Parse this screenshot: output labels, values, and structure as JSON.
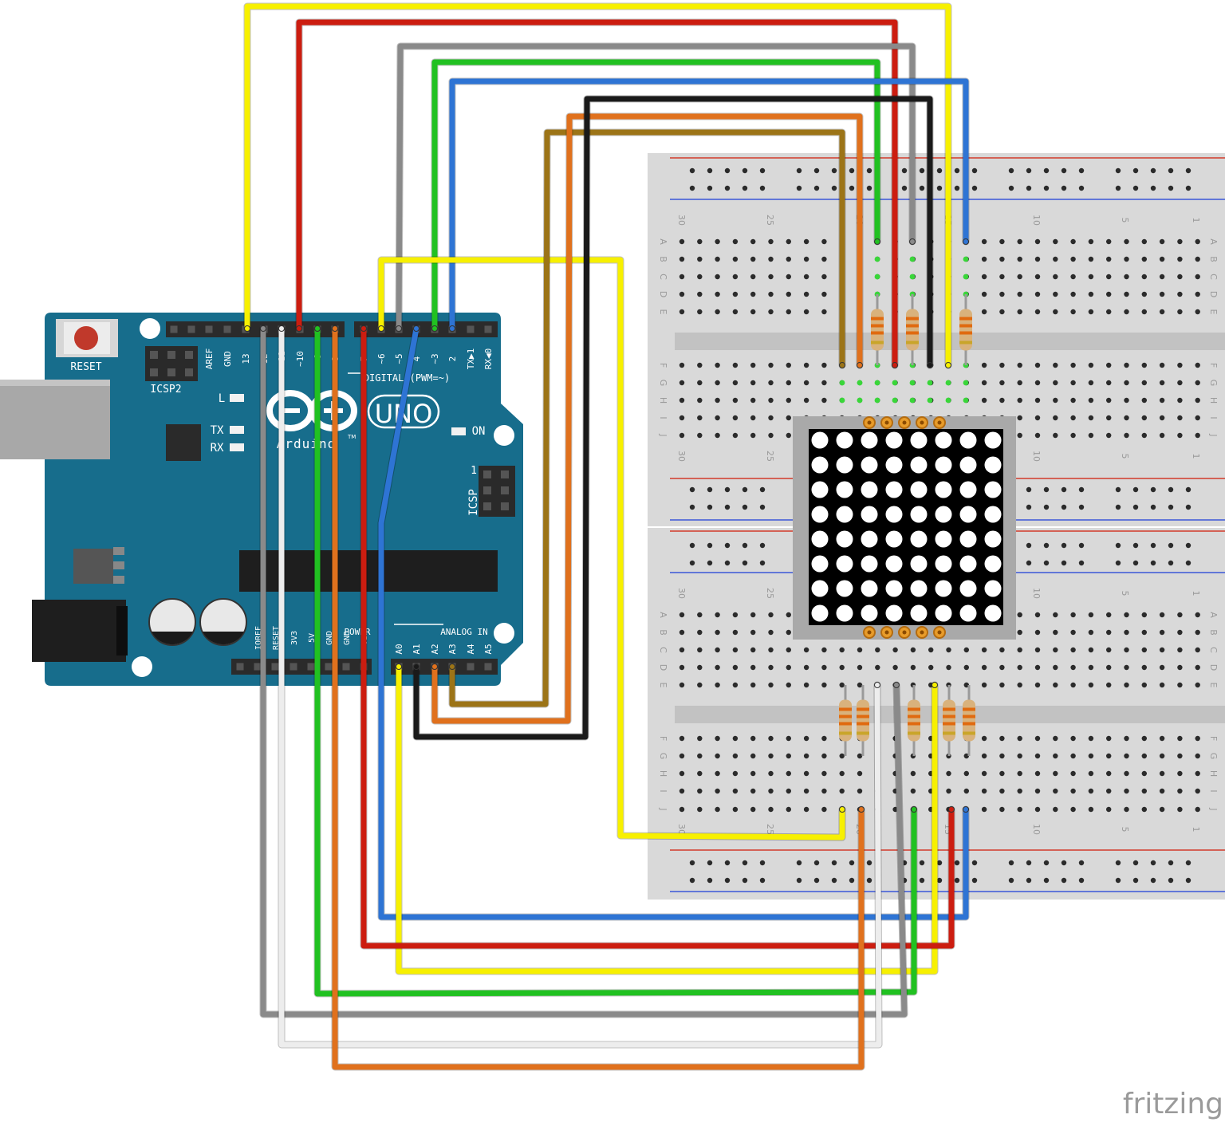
{
  "board": {
    "reset_label": "RESET",
    "icsp2_label": "ICSP2",
    "icsp_label": "ICSP",
    "icsp_pin1": "1",
    "led_l": "L",
    "led_tx": "TX",
    "led_rx": "RX",
    "on_label": "ON",
    "brand": "Arduino",
    "tm": "TM",
    "model": "UNO",
    "digital_label": "DIGITAL (PWM=~)",
    "power_label": "POWER",
    "analog_label": "ANALOG IN",
    "digital_pins": [
      "AREF",
      "GND",
      "13",
      "12",
      "~11",
      "~10",
      "~9",
      "8",
      "7",
      "~6",
      "~5",
      "4",
      "~3",
      "2",
      "TX▶1",
      "RX◀0"
    ],
    "power_pins": [
      "IOREF",
      "RESET",
      "3V3",
      "5V",
      "GND",
      "GND",
      "VIN"
    ],
    "analog_pins": [
      "A0",
      "A1",
      "A2",
      "A3",
      "A4",
      "A5"
    ]
  },
  "breadboard": {
    "row_letters_top": [
      "A",
      "B",
      "C",
      "D",
      "E"
    ],
    "row_letters_bottom": [
      "F",
      "G",
      "H",
      "I",
      "J"
    ],
    "column_numbers": [
      "30",
      "25",
      "20",
      "15",
      "10",
      "5",
      "1"
    ]
  },
  "watermark": "fritzing",
  "colors": {
    "board": "#176d8c",
    "yellow": "#f7f000",
    "red": "#cc1d10",
    "gray": "#8a8a8a",
    "green": "#21c121",
    "blue": "#2e74d4",
    "black": "#1a1a1a",
    "orange": "#e0711d",
    "brown": "#9c7417",
    "white": "#ededed"
  }
}
